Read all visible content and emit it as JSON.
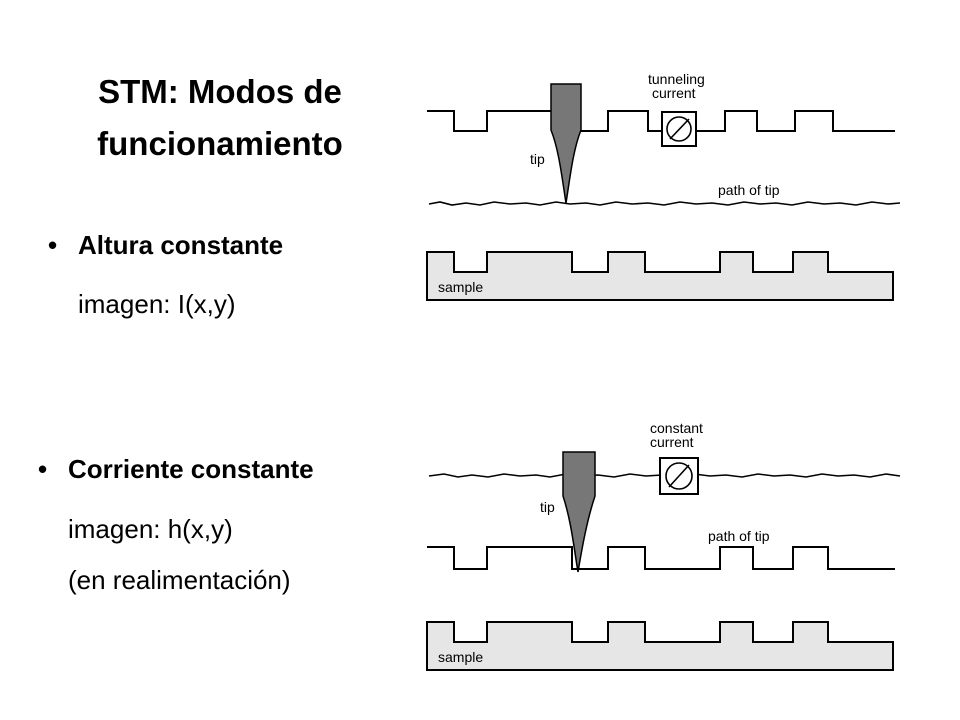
{
  "slide": {
    "title_line1": "STM: Modos de",
    "title_line2": "funcionamiento",
    "mode1": {
      "bullet": "•",
      "heading": "Altura constante",
      "image_label": "imagen:  I(x,y)"
    },
    "mode2": {
      "bullet": "•",
      "heading": "Corriente constante",
      "image_label": "imagen: h(x,y)",
      "feedback_label": "(en realimentación)"
    }
  },
  "diagram_top": {
    "meter_label_line1": "tunneling",
    "meter_label_line2": "current",
    "tip_label": "tip",
    "path_label": "path of tip",
    "sample_label": "sample"
  },
  "diagram_bottom": {
    "meter_label_line1": "constant",
    "meter_label_line2": "current",
    "tip_label": "tip",
    "path_label": "path of tip",
    "sample_label": "sample"
  }
}
